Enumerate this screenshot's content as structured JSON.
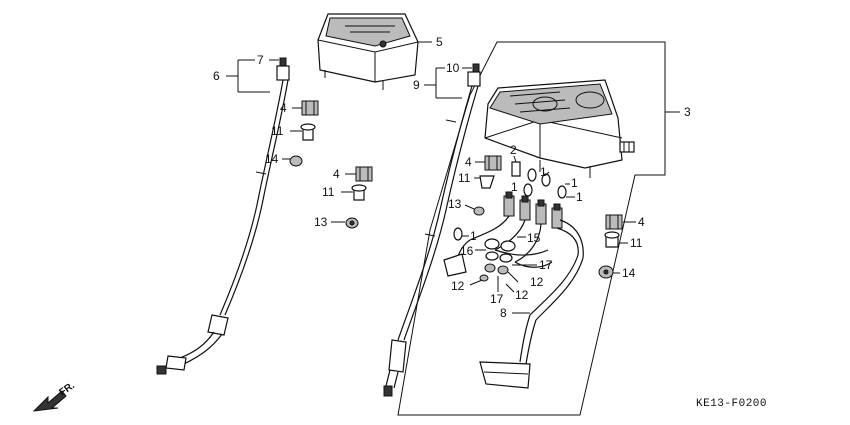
{
  "callouts": {
    "c1a": "1",
    "c1b": "1",
    "c1c": "1",
    "c1d": "1",
    "c1e": "1",
    "c2": "2",
    "c3": "3",
    "c4a": "4",
    "c4b": "4",
    "c4c": "4",
    "c4d": "4",
    "c5": "5",
    "c6": "6",
    "c7": "7",
    "c8": "8",
    "c9": "9",
    "c10": "10",
    "c11a": "11",
    "c11b": "11",
    "c11c": "11",
    "c11d": "11",
    "c12a": "12",
    "c12b": "12",
    "c12c": "12",
    "c13a": "13",
    "c13b": "13",
    "c14a": "14",
    "c14b": "14",
    "c15": "15",
    "c16": "16",
    "c17a": "17",
    "c17b": "17"
  },
  "front_label": "FR.",
  "diagram_code": "KE13-F0200"
}
